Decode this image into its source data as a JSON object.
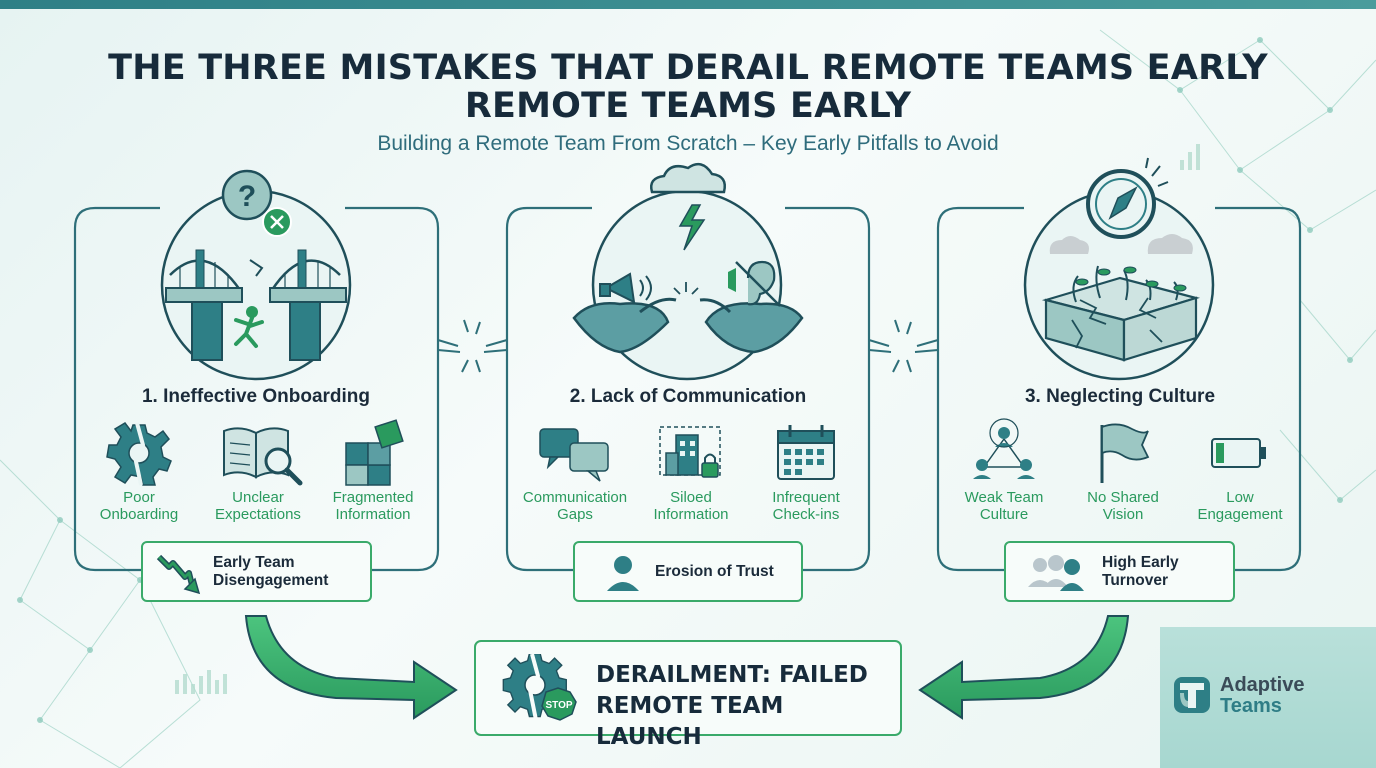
{
  "header": {
    "title_line1": "THE THREE MISTAKES THAT DERAIL REMOTE TEAMS EARLY",
    "title_line2": "REMOTE TEAMS EARLY",
    "subtitle": "Building a Remote Team From Scratch – Key Early Pitfalls to Avoid"
  },
  "pitfalls": [
    {
      "title": "1. Ineffective Onboarding",
      "items": [
        {
          "line1": "Poor",
          "line2": "Onboarding",
          "icon": "broken-gear-icon"
        },
        {
          "line1": "Unclear",
          "line2": "Expectations",
          "icon": "book-magnifier-icon"
        },
        {
          "line1": "Fragmented",
          "line2": "Information",
          "icon": "puzzle-icon"
        }
      ],
      "outcome": {
        "line1": "Early Team",
        "line2": "Disengagement",
        "icon": "declining-arrow-icon"
      }
    },
    {
      "title": "2. Lack of Communication",
      "items": [
        {
          "line1": "Communication",
          "line2": "Gaps",
          "icon": "chat-bubbles-icon"
        },
        {
          "line1": "Siloed",
          "line2": "Information",
          "icon": "locked-building-icon"
        },
        {
          "line1": "Infrequent",
          "line2": "Check-ins",
          "icon": "calendar-icon"
        }
      ],
      "outcome": {
        "line1": "Erosion of Trust",
        "line2": "",
        "icon": "person-icon"
      }
    },
    {
      "title": "3. Neglecting Culture",
      "items": [
        {
          "line1": "Weak Team",
          "line2": "Culture",
          "icon": "team-network-icon"
        },
        {
          "line1": "No Shared",
          "line2": "Vision",
          "icon": "torn-flag-icon"
        },
        {
          "line1": "Low",
          "line2": "Engagement",
          "icon": "low-battery-icon"
        }
      ],
      "outcome": {
        "line1": "High Early",
        "line2": "Turnover",
        "icon": "people-leaving-icon"
      }
    }
  ],
  "final": {
    "line1": "DERAILMENT: FAILED",
    "line2": "REMOTE TEAM LAUNCH",
    "stop_label": "STOP"
  },
  "logo": {
    "line1": "Adaptive",
    "line2": "Teams"
  },
  "colors": {
    "teal": "#2e7f86",
    "dark_teal": "#1f5f66",
    "green": "#2a9a5e",
    "green_border": "#3aaa6a",
    "navy": "#172b3b"
  }
}
